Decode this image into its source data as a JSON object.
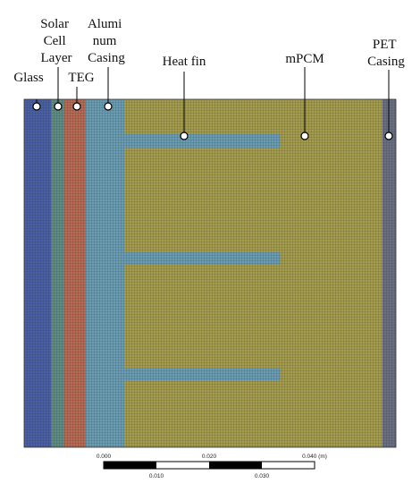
{
  "layers": [
    {
      "key": "glass",
      "color": "#4a5fa6"
    },
    {
      "key": "solar",
      "color": "#5f8c86"
    },
    {
      "key": "teg",
      "color": "#b86a54"
    },
    {
      "key": "aluminum",
      "color": "#6a9cb4"
    },
    {
      "key": "mpcm",
      "color": "#a59c4e"
    },
    {
      "key": "pet",
      "color": "#6a6f84"
    }
  ],
  "fin_color": "#6a9cb4",
  "mesh_color": "#1f2a1c",
  "labels": [
    {
      "key": "glass",
      "lines": [
        "Glass"
      ]
    },
    {
      "key": "solar",
      "lines": [
        "Solar",
        "Cell",
        "Layer"
      ]
    },
    {
      "key": "teg",
      "lines": [
        "TEG"
      ]
    },
    {
      "key": "aluminum",
      "lines": [
        "Alumi",
        "num",
        "Casing"
      ]
    },
    {
      "key": "fin",
      "lines": [
        "Heat fin"
      ]
    },
    {
      "key": "mpcm",
      "lines": [
        "mPCM"
      ]
    },
    {
      "key": "pet",
      "lines": [
        "PET",
        "Casing"
      ]
    }
  ],
  "scale_bar": {
    "top_ticks": [
      "0.000",
      "0.020",
      "0.040 (m)"
    ],
    "bottom_ticks": [
      "0.010",
      "0.030"
    ]
  }
}
